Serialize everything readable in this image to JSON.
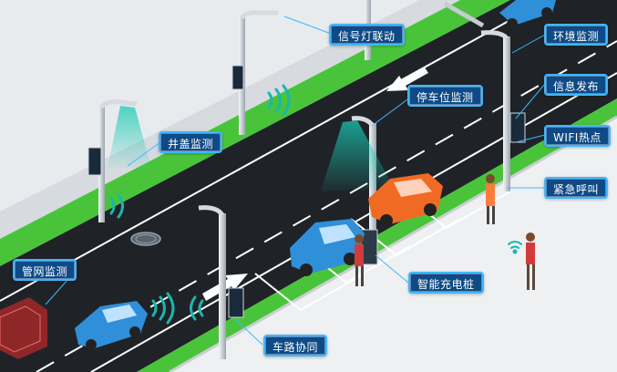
{
  "labels": {
    "signal_linkage": "信号灯联动",
    "environment_monitoring": "环境监测",
    "parking_monitoring": "停车位监测",
    "info_release": "信息发布",
    "manhole_monitoring": "井盖监测",
    "wifi_hotspot": "WIFI热点",
    "emergency_call": "紧急呼叫",
    "pipeline_monitoring": "管网监测",
    "smart_charging": "智能充电桩",
    "vehicle_road_coordination": "车路协同"
  },
  "colors": {
    "road": "#1f2327",
    "sidewalk": "#dfe3e6",
    "green_strip": "#49c43a",
    "lane_marking": "#ffffff",
    "callout_fill": "#0f4a86",
    "callout_border": "#3fb7ff",
    "car_blue": "#2f8fd8",
    "car_orange": "#f06a24",
    "signal_wave": "#19b7ad"
  }
}
